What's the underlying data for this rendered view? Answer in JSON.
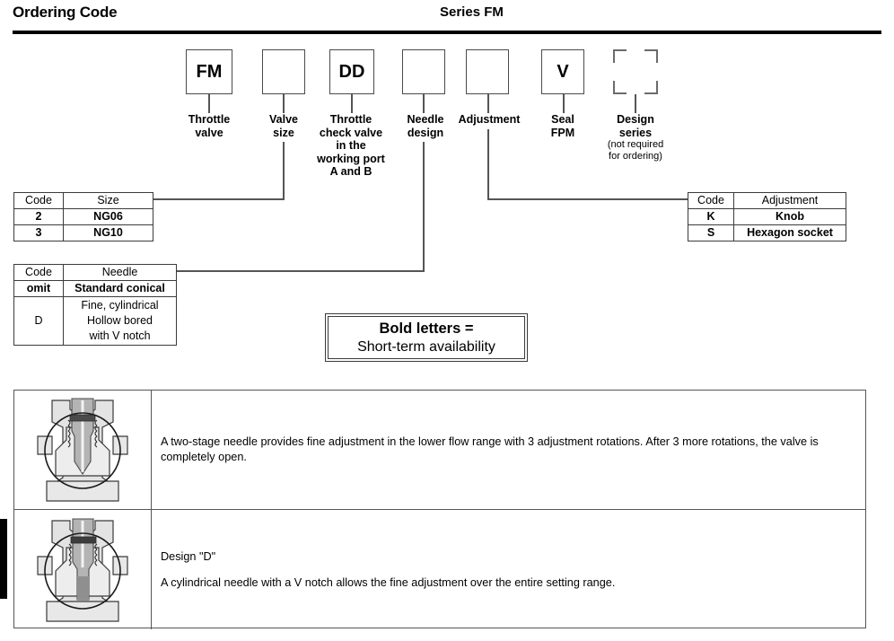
{
  "header": {
    "title": "Ordering Code",
    "series": "Series FM"
  },
  "code_boxes": [
    {
      "id": "throttle-valve",
      "value": "FM",
      "label": "Throttle\nvalve",
      "dashed": false
    },
    {
      "id": "valve-size",
      "value": "",
      "label": "Valve\nsize",
      "dashed": false
    },
    {
      "id": "throttle-check",
      "value": "DD",
      "label": "Throttle\ncheck valve\nin the\nworking port\nA and B",
      "dashed": false
    },
    {
      "id": "needle-design",
      "value": "",
      "label": "Needle\ndesign",
      "dashed": false
    },
    {
      "id": "adjustment",
      "value": "",
      "label": "Adjustment",
      "dashed": false
    },
    {
      "id": "seal-fpm",
      "value": "V",
      "label": "Seal\nFPM",
      "dashed": false
    },
    {
      "id": "design-series",
      "value": "",
      "label": "Design\nseries",
      "sublabel": "(not required\nfor ordering)",
      "dashed": true
    }
  ],
  "size_table": {
    "headers": [
      "Code",
      "Size"
    ],
    "rows": [
      [
        "2",
        "NG06"
      ],
      [
        "3",
        "NG10"
      ]
    ]
  },
  "needle_table": {
    "headers": [
      "Code",
      "Needle"
    ],
    "rows": [
      [
        "omit",
        "Standard conical"
      ],
      [
        "D",
        "Fine, cylindrical\nHollow bored\nwith V notch"
      ]
    ]
  },
  "adjustment_table": {
    "headers": [
      "Code",
      "Adjustment"
    ],
    "rows": [
      [
        "K",
        "Knob"
      ],
      [
        "S",
        "Hexagon socket"
      ]
    ]
  },
  "bold_note": {
    "line1": "Bold letters =",
    "line2": "Short-term availability"
  },
  "descriptions": [
    {
      "figure": "two-stage-needle-valve-section-drawing",
      "paragraphs": [
        "A two-stage needle provides fine adjustment in the lower flow range with 3 adjustment rotations. After 3 more rotations, the valve is completely open."
      ]
    },
    {
      "figure": "cylindrical-needle-v-notch-valve-section-drawing",
      "paragraphs": [
        "Design \"D\"",
        "A cylindrical needle with a V notch allows the fine adjustment over the entire setting range."
      ]
    }
  ],
  "colors": {
    "rule": "#000000",
    "box_border": "#4a4a4a",
    "line": "#555555",
    "table_border": "#3b3b3b",
    "tab": "#000000"
  }
}
